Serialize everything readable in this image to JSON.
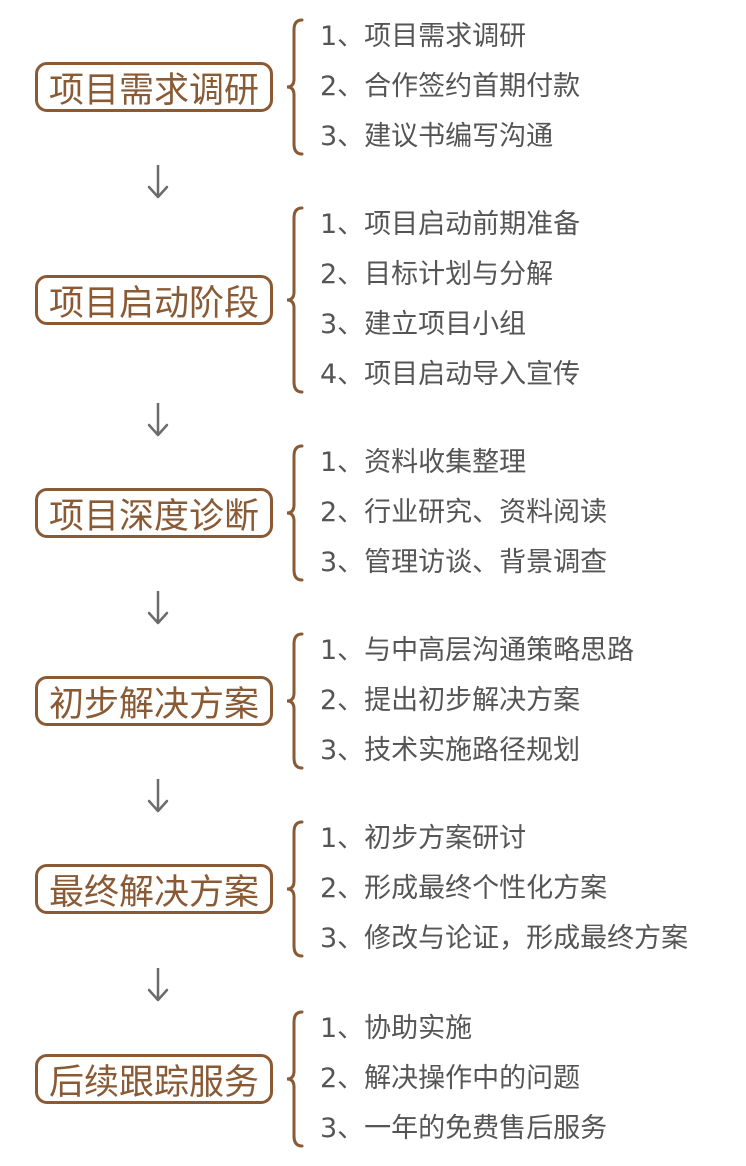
{
  "stages": [
    {
      "title": "项目需求调研",
      "items": [
        "1、项目需求调研",
        "2、合作签约首期付款",
        "3、建议书编写沟通"
      ]
    },
    {
      "title": "项目启动阶段",
      "items": [
        "1、项目启动前期准备",
        "2、目标计划与分解",
        "3、建立项目小组",
        "4、项目启动导入宣传"
      ]
    },
    {
      "title": "项目深度诊断",
      "items": [
        "1、资料收集整理",
        "2、行业研究、资料阅读",
        "3、管理访谈、背景调查"
      ]
    },
    {
      "title": "初步解决方案",
      "items": [
        "1、与中高层沟通策略思路",
        "2、提出初步解决方案",
        "3、技术实施路径规划"
      ]
    },
    {
      "title": "最终解决方案",
      "items": [
        "1、初步方案研讨",
        "2、形成最终个性化方案",
        "3、修改与论证，形成最终方案"
      ]
    },
    {
      "title": "后续跟踪服务",
      "items": [
        "1、协助实施",
        "2、解决操作中的问题",
        "3、一年的免费售后服务"
      ]
    }
  ],
  "colors": {
    "accent": "#8a5a35",
    "item_text": "#555555",
    "arrow": "#6b6b6b"
  },
  "icons": {
    "arrow": "arrow-down-icon",
    "brace": "left-brace-icon"
  }
}
